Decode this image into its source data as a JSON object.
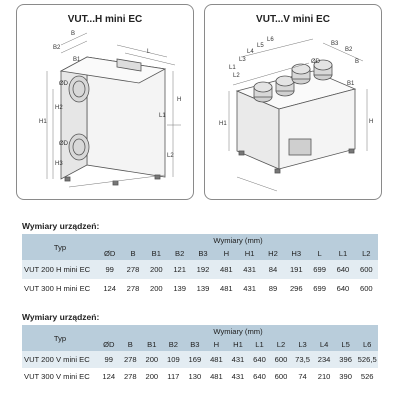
{
  "panels": {
    "left_title": "VUT...H mini EC",
    "right_title": "VUT...V mini EC",
    "left_labels": {
      "b": "B",
      "b2": "B2",
      "b1": "B1",
      "l": "L",
      "l1": "L1",
      "l2": "L2",
      "h": "H",
      "h1": "H1",
      "h2": "H2",
      "h3": "H3",
      "od1": "ØD",
      "od2": "ØD"
    },
    "right_labels": {
      "b": "B",
      "b1": "B1",
      "b2": "B2",
      "b3": "B3",
      "h": "H",
      "h1": "H1",
      "l1": "L1",
      "l2": "L2",
      "l3": "L3",
      "l4": "L4",
      "l5": "L5",
      "l6": "L6",
      "od": "ØD"
    }
  },
  "table1": {
    "section_title": "Wymiary urządzeń:",
    "type_header": "Typ",
    "group_header": "Wymiary (mm)",
    "columns": [
      "ØD",
      "B",
      "B1",
      "B2",
      "B3",
      "H",
      "H1",
      "H2",
      "H3",
      "L",
      "L1",
      "L2"
    ],
    "rows": [
      {
        "type": "VUT 200 H mini EC",
        "values": [
          "99",
          "278",
          "200",
          "121",
          "192",
          "481",
          "431",
          "84",
          "191",
          "699",
          "640",
          "600"
        ]
      },
      {
        "type": "VUT 300 H mini EC",
        "values": [
          "124",
          "278",
          "200",
          "139",
          "139",
          "481",
          "431",
          "89",
          "296",
          "699",
          "640",
          "600"
        ]
      }
    ]
  },
  "table2": {
    "section_title": "Wymiary urządzeń:",
    "type_header": "Typ",
    "group_header": "Wymiary (mm)",
    "columns": [
      "ØD",
      "B",
      "B1",
      "B2",
      "B3",
      "H",
      "H1",
      "L1",
      "L2",
      "L3",
      "L4",
      "L5",
      "L6"
    ],
    "rows": [
      {
        "type": "VUT 200 V mini EC",
        "values": [
          "99",
          "278",
          "200",
          "109",
          "169",
          "481",
          "431",
          "640",
          "600",
          "73,5",
          "234",
          "396",
          "526,5"
        ]
      },
      {
        "type": "VUT 300 V mini EC",
        "values": [
          "124",
          "278",
          "200",
          "117",
          "130",
          "481",
          "431",
          "640",
          "600",
          "74",
          "210",
          "390",
          "526"
        ]
      }
    ]
  }
}
